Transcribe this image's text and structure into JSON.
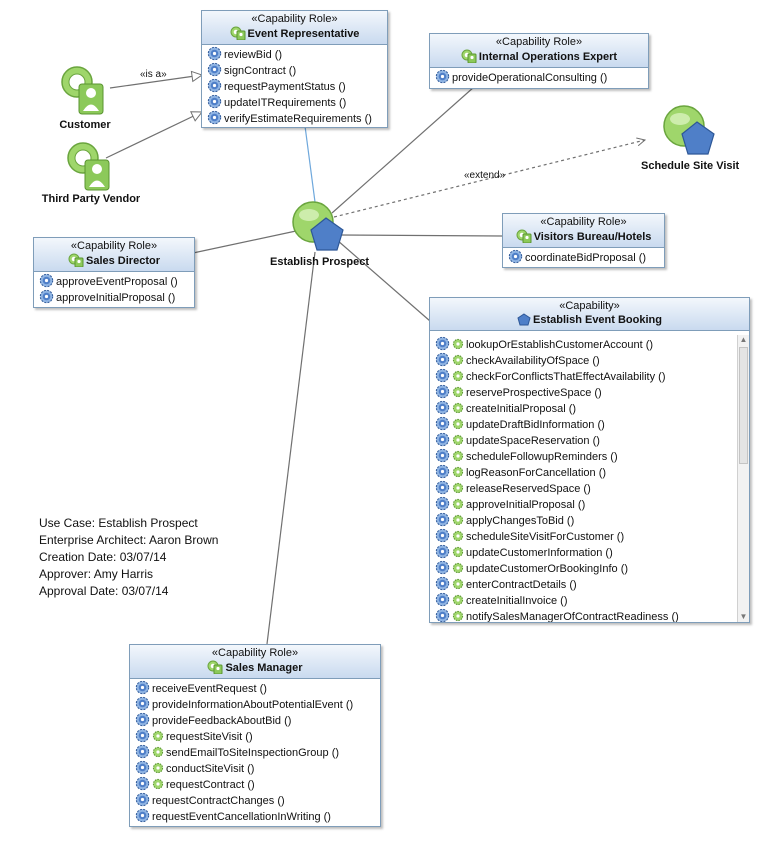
{
  "actors": {
    "customer": "Customer",
    "third_party_vendor": "Third Party Vendor"
  },
  "use_cases": {
    "establish_prospect": "Establish Prospect",
    "schedule_site_visit": "Schedule Site Visit"
  },
  "edge_labels": {
    "is_a": "«is a»",
    "extend": "«extend»"
  },
  "event_representative": {
    "stereotype": "«Capability Role»",
    "title": "Event Representative",
    "ops": [
      "reviewBid ()",
      "signContract ()",
      "requestPaymentStatus ()",
      "updateITRequirements ()",
      "verifyEstimateRequirements ()"
    ]
  },
  "internal_ops": {
    "stereotype": "«Capability Role»",
    "title": "Internal Operations Expert",
    "ops": [
      "provideOperationalConsulting ()"
    ]
  },
  "visitors_bureau": {
    "stereotype": "«Capability Role»",
    "title": "Visitors Bureau/Hotels",
    "ops": [
      "coordinateBidProposal ()"
    ]
  },
  "sales_director": {
    "stereotype": "«Capability Role»",
    "title": "Sales Director",
    "ops": [
      "approveEventProposal ()",
      "approveInitialProposal ()"
    ]
  },
  "event_booking": {
    "stereotype": "«Capability»",
    "title": "Establish Event Booking",
    "ops": [
      "lookupOrEstablishCustomerAccount ()",
      "checkAvailabilityOfSpace ()",
      "checkForConflictsThatEffectAvailability ()",
      "reserveProspectiveSpace ()",
      "createInitialProposal ()",
      "updateDraftBidInformation ()",
      "updateSpaceReservation ()",
      "scheduleFollowupReminders ()",
      "logReasonForCancellation ()",
      "releaseReservedSpace ()",
      "approveInitialProposal ()",
      "applyChangesToBid ()",
      "scheduleSiteVisitForCustomer ()",
      "updateCustomerInformation ()",
      "updateCustomerOrBookingInfo ()",
      "enterContractDetails ()",
      "createInitialInvoice ()",
      "notifySalesManagerOfContractReadiness ()"
    ]
  },
  "sales_manager": {
    "stereotype": "«Capability Role»",
    "title": "Sales Manager",
    "ops": [
      "receiveEventRequest ()",
      "provideInformationAboutPotentialEvent ()",
      "provideFeedbackAboutBid ()",
      "requestSiteVisit ()",
      "sendEmailToSiteInspectionGroup ()",
      "conductSiteVisit ()",
      "requestContract ()",
      "requestContractChanges ()",
      "requestEventCancellationInWriting ()"
    ]
  },
  "notes": {
    "use_case": "Use Case: Establish Prospect",
    "architect": "Enterprise Architect:  Aaron Brown",
    "creation_date": "Creation Date:  03/07/14",
    "approver": "Approver: Amy Harris",
    "approval_date": "Approval Date: 03/07/14"
  },
  "colors": {
    "box_border": "#7f9db9",
    "header_gradient_top": "#f3f7fc",
    "header_gradient_bottom": "#c9daef",
    "connector": "#707070",
    "role_link": "#6fa8dc",
    "usecase_green": "#79c24a",
    "usecase_blue": "#4f7fc8"
  }
}
